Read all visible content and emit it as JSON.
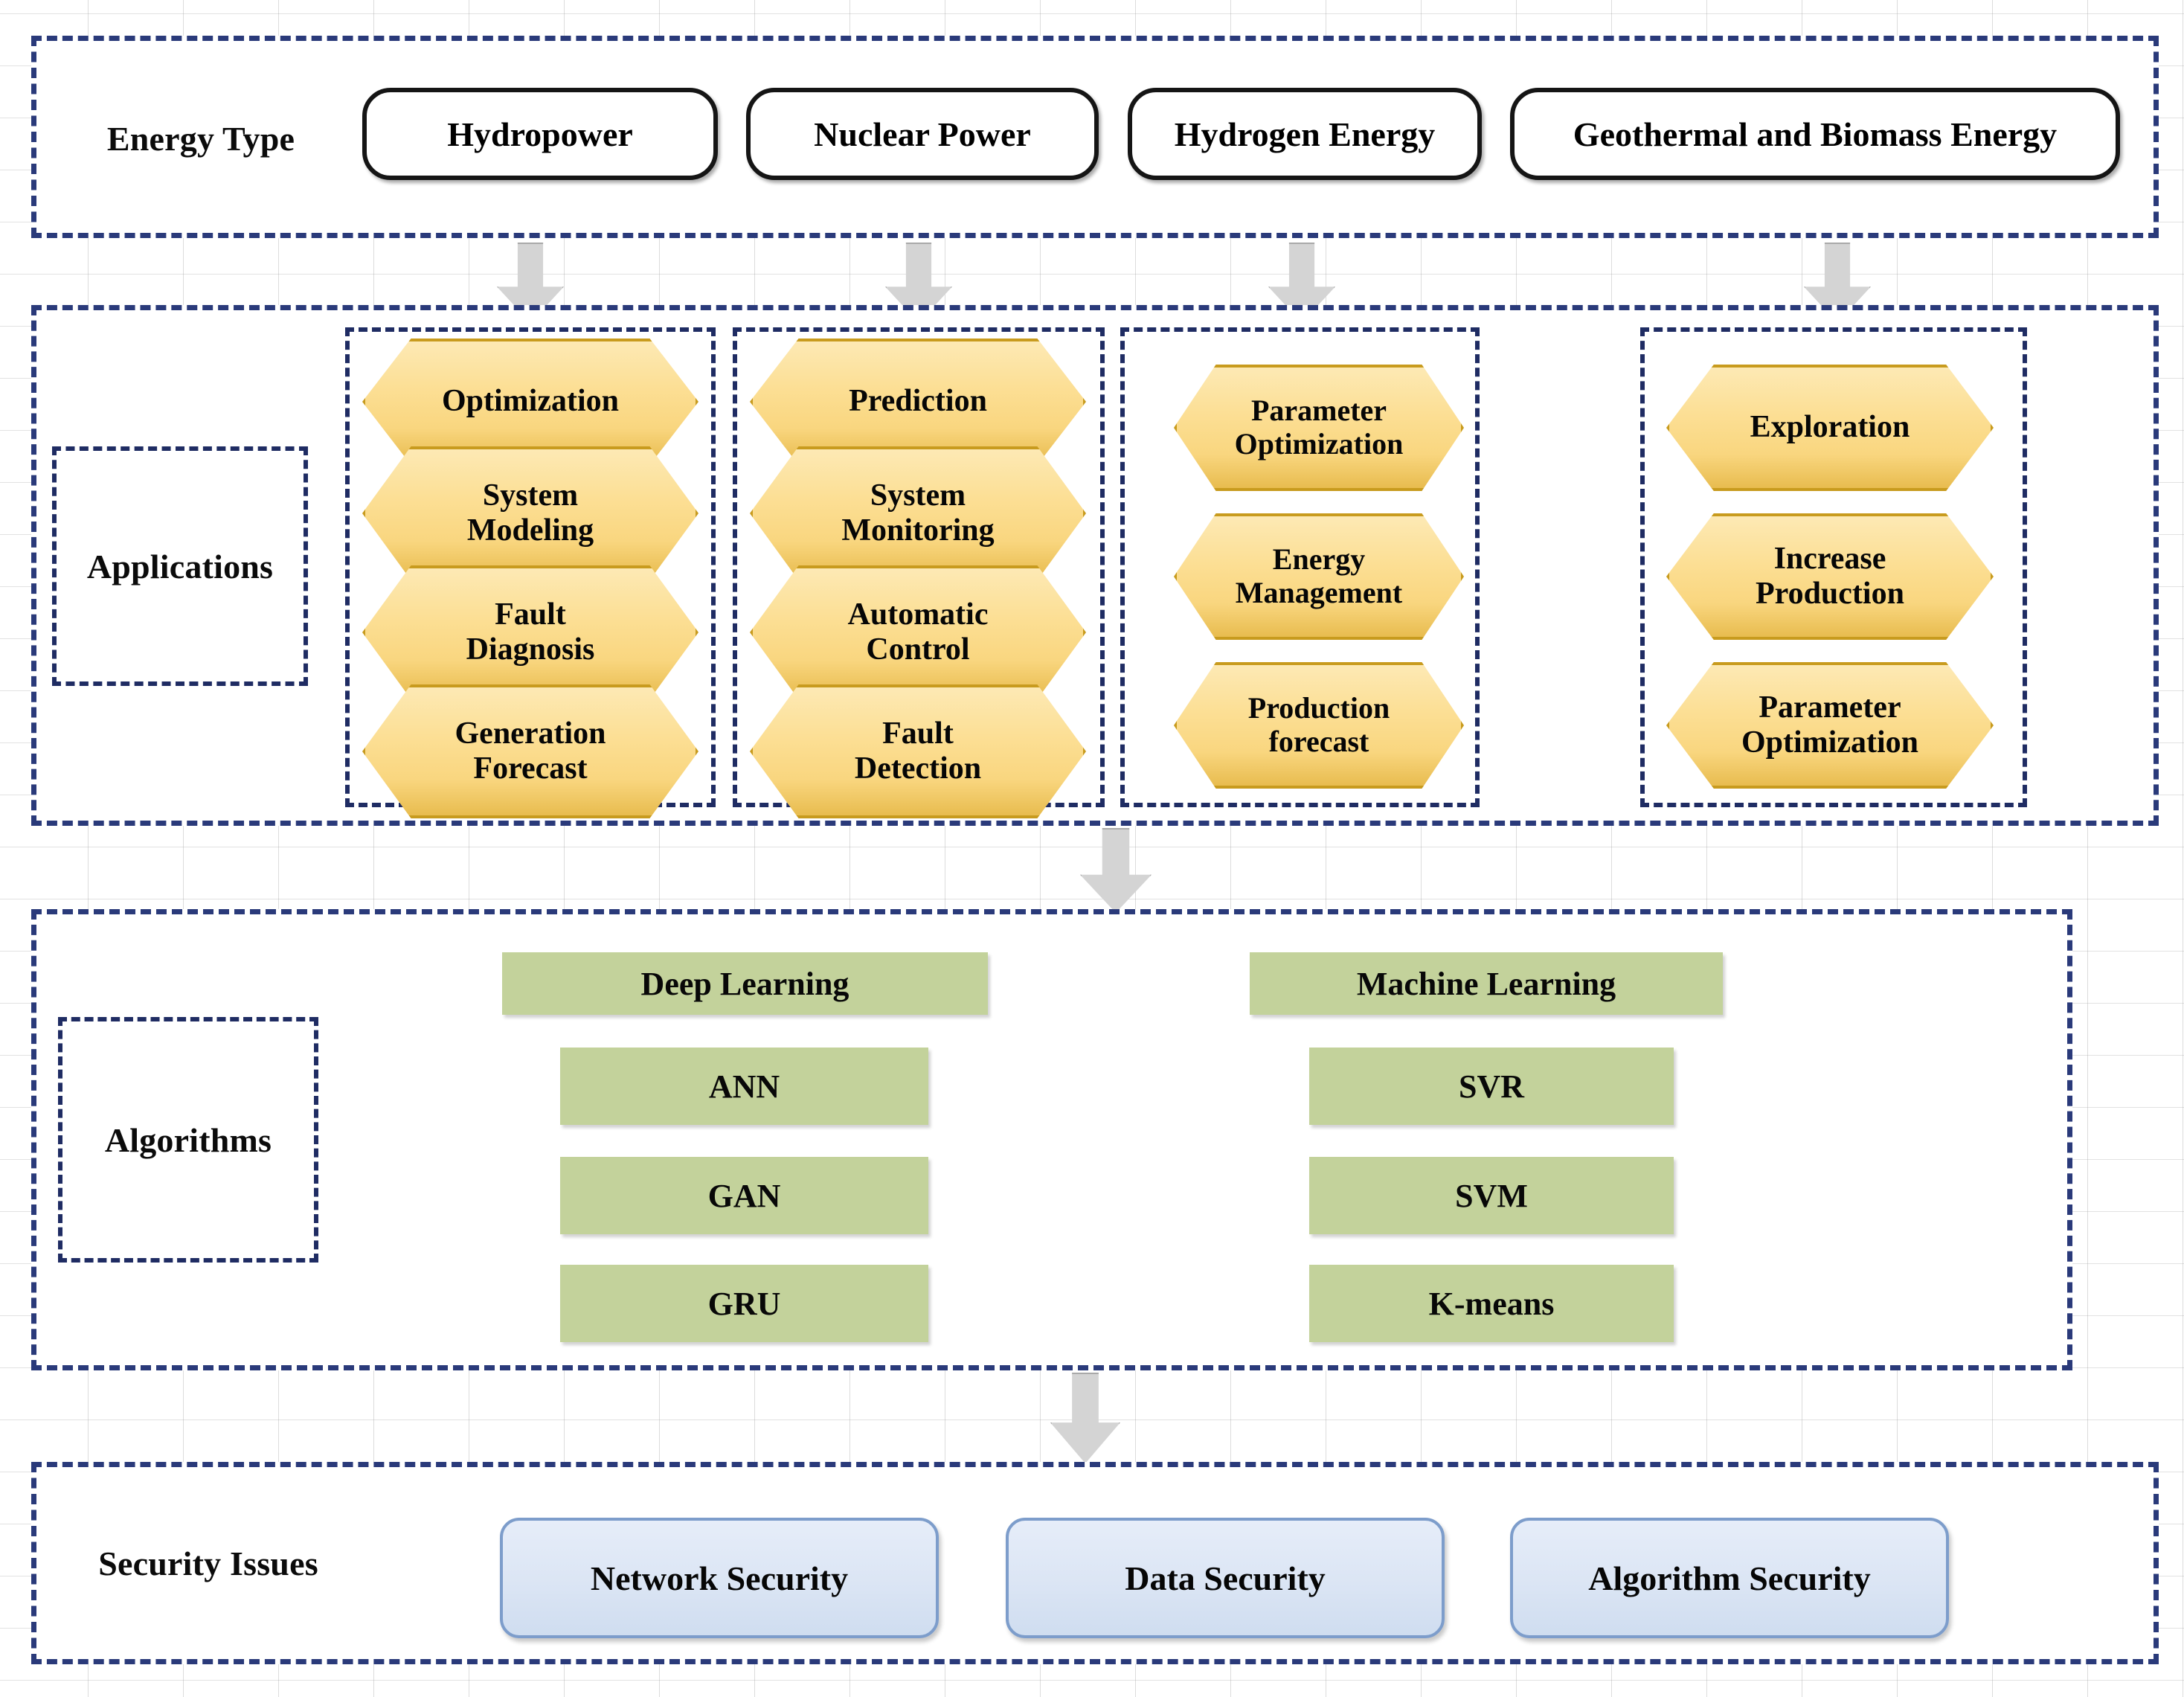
{
  "rows": {
    "energy": {
      "label": "Energy Type"
    },
    "applications": {
      "label": "Applications"
    },
    "algorithms": {
      "label": "Algorithms"
    },
    "security": {
      "label": "Security Issues"
    }
  },
  "energy_types": [
    {
      "label": "Hydropower"
    },
    {
      "label": "Nuclear Power"
    },
    {
      "label": "Hydrogen Energy"
    },
    {
      "label": "Geothermal and Biomass Energy"
    }
  ],
  "application_groups": [
    {
      "items": [
        {
          "label": "Optimization"
        },
        {
          "label": "System\nModeling"
        },
        {
          "label": "Fault\nDiagnosis"
        },
        {
          "label": "Generation\nForecast"
        }
      ]
    },
    {
      "items": [
        {
          "label": "Prediction"
        },
        {
          "label": "System\nMonitoring"
        },
        {
          "label": "Automatic\nControl"
        },
        {
          "label": "Fault\nDetection"
        }
      ]
    },
    {
      "items": [
        {
          "label": "Parameter\nOptimization"
        },
        {
          "label": "Energy\nManagement"
        },
        {
          "label": "Production\nforecast"
        }
      ]
    },
    {
      "items": [
        {
          "label": "Exploration"
        },
        {
          "label": "Increase\nProduction"
        },
        {
          "label": "Parameter\nOptimization"
        }
      ]
    }
  ],
  "algorithm_groups": [
    {
      "heading": "Deep Learning",
      "items": [
        {
          "label": "ANN"
        },
        {
          "label": "GAN"
        },
        {
          "label": "GRU"
        }
      ]
    },
    {
      "heading": "Machine Learning",
      "items": [
        {
          "label": "SVR"
        },
        {
          "label": "SVM"
        },
        {
          "label": "K-means"
        }
      ]
    }
  ],
  "security_issues": [
    {
      "label": "Network Security"
    },
    {
      "label": "Data Security"
    },
    {
      "label": "Algorithm Security"
    }
  ],
  "colors": {
    "band_border": "#2a3a7a",
    "hexagon_fill": "#fcdf95",
    "hexagon_border": "#c89b1e",
    "algorithm_fill": "#c3d29b",
    "security_fill": "#dbe5f4",
    "security_border": "#7d9dcb",
    "arrow_fill": "#d4d4d4"
  },
  "flow_arrows": [
    {
      "name": "energy-to-app-1"
    },
    {
      "name": "energy-to-app-2"
    },
    {
      "name": "energy-to-app-3"
    },
    {
      "name": "energy-to-app-4"
    },
    {
      "name": "applications-to-algorithms"
    },
    {
      "name": "algorithms-to-security"
    }
  ]
}
